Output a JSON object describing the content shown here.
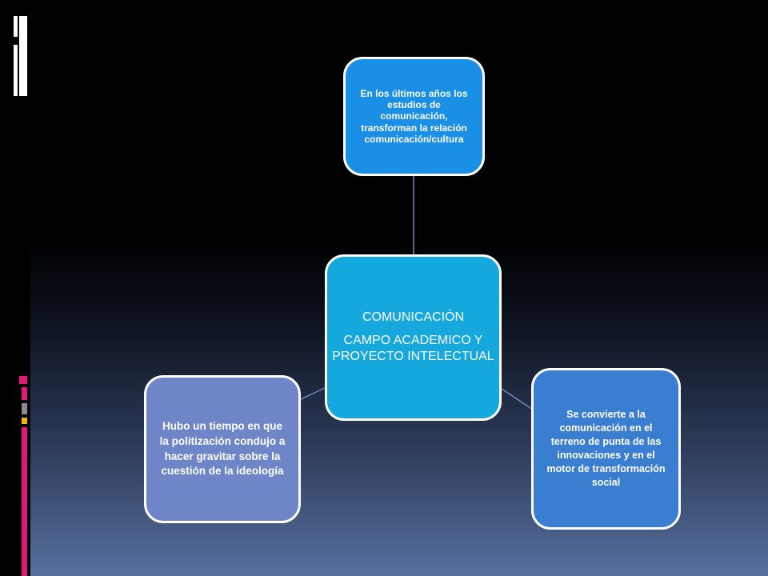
{
  "theme": {
    "center_fill": "#14a8dc",
    "top_fill": "#1a8fe6",
    "right_fill": "#3a7ed2",
    "left_fill": "#6e86c8",
    "node_border": "#ffffff",
    "connector": "#6d86c0"
  },
  "decor": {
    "strips": [
      {
        "color": "#ffffff"
      },
      {
        "color": "#ffffff"
      },
      {
        "color": "#ffffff"
      },
      {
        "color": "#e0187a"
      },
      {
        "color": "#e0187a"
      },
      {
        "color": "#8a8a8a"
      },
      {
        "color": "#f0b800"
      },
      {
        "color": "#e0187a"
      }
    ]
  },
  "diagram": {
    "center": {
      "line1": "COMUNICACIÓN",
      "line2": "CAMPO ACADEMICO Y PROYECTO INTELECTUAL"
    },
    "top": {
      "text": "En los últimos años los estudios de comunicación, transforman la relación comunicación/cultura"
    },
    "right": {
      "text": "Se convierte  a la comunicación  en el terreno de punta  de las innovaciones  y en el motor de transformación social"
    },
    "left": {
      "text": "Hubo un tiempo en que la politización condujo a hacer gravitar sobre la cuestión de la ideología"
    }
  }
}
